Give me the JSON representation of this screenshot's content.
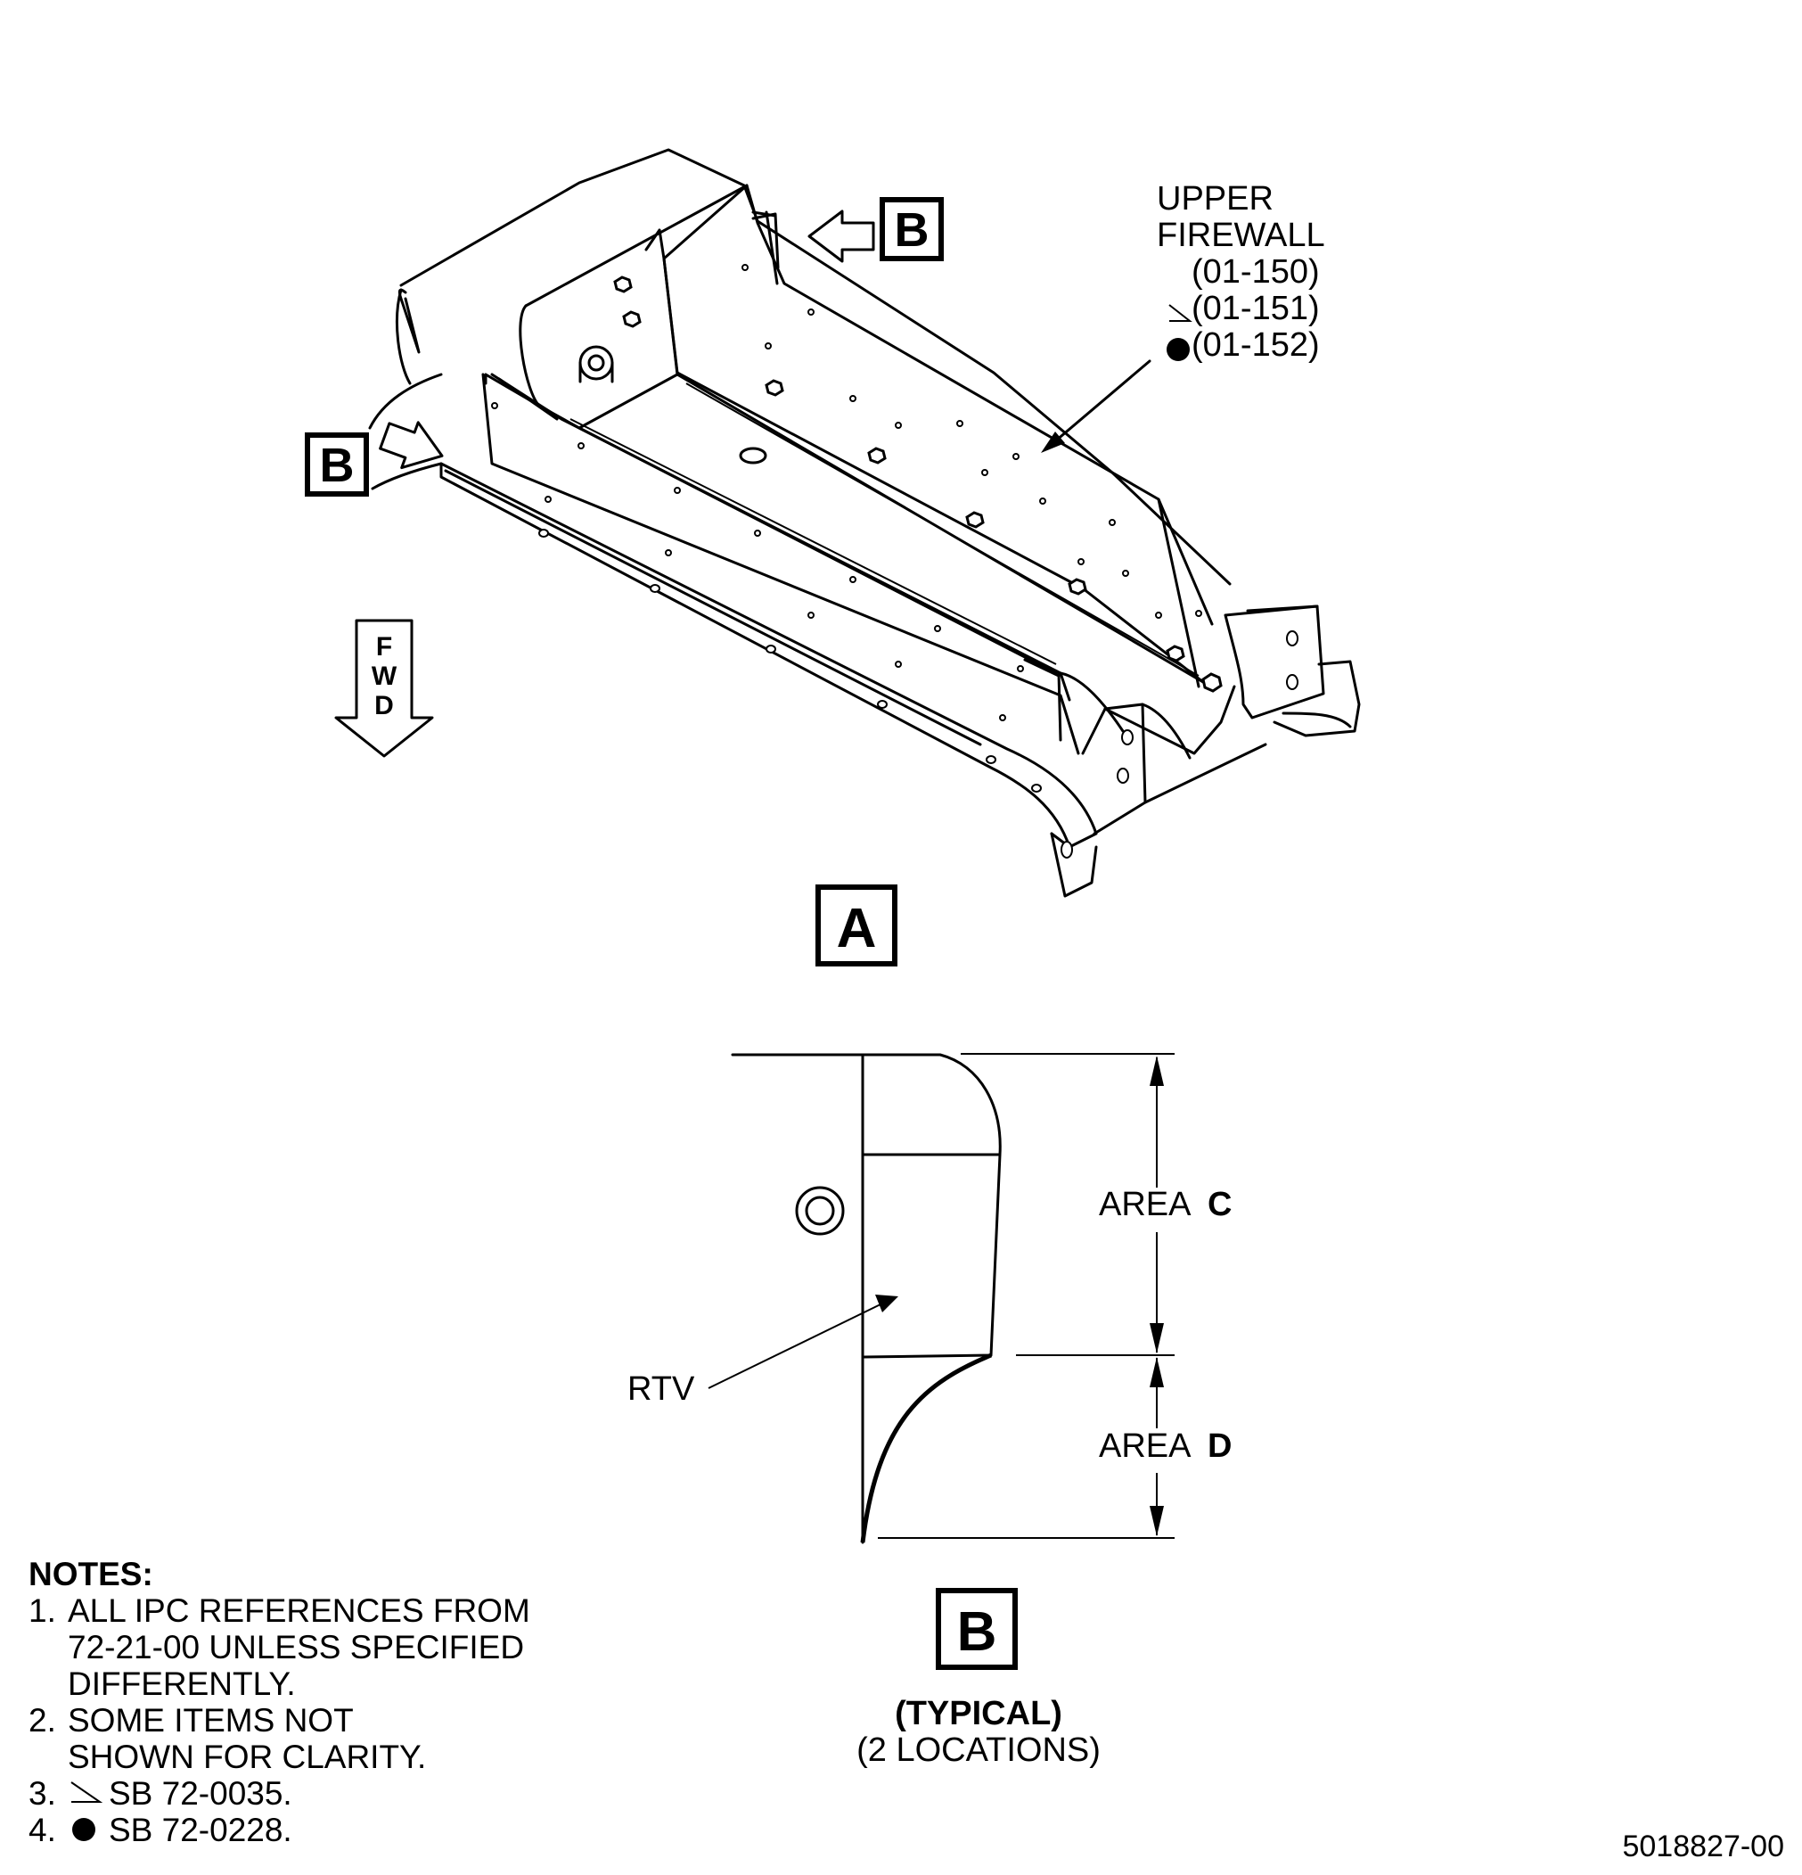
{
  "view_a": {
    "part_label": [
      "UPPER",
      "FIREWALL",
      "(01-150)",
      "(01-151)",
      "(01-152)"
    ],
    "callout_b_top": "B",
    "callout_b_left": "B",
    "fwd_letters": [
      "F",
      "W",
      "D"
    ],
    "view_label": "A"
  },
  "view_b": {
    "area_c_prefix": "AREA",
    "area_c_letter": "C",
    "area_d_prefix": "AREA",
    "area_d_letter": "D",
    "rtv_label": "RTV",
    "view_label": "B",
    "typical": "(TYPICAL)",
    "locations": "(2 LOCATIONS)"
  },
  "notes": {
    "heading": "NOTES:",
    "items": [
      {
        "num": "1.",
        "text": "ALL IPC REFERENCES FROM\n72-21-00 UNLESS SPECIFIED\nDIFFERENTLY."
      },
      {
        "num": "2.",
        "text": "SOME ITEMS NOT\nSHOWN FOR CLARITY."
      },
      {
        "num": "3.",
        "text": "SB 72-0035."
      },
      {
        "num": "4.",
        "text": "SB 72-0228."
      }
    ]
  },
  "drawing_number": "5018827-00",
  "icons": {
    "effectivity_triangle": "triangle-effectivity-icon",
    "effectivity_dot": "dot-effectivity-icon",
    "fwd_arrow": "fwd-arrow-icon"
  }
}
